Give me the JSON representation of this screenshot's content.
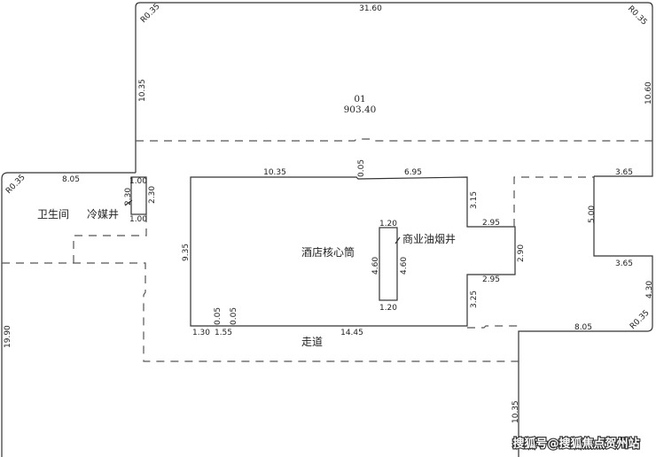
{
  "plan": {
    "unit_id": "01",
    "unit_area": "903.40",
    "rooms": {
      "hotel_core": "酒店核心筒",
      "commercial_flue": "商业油烟井",
      "restroom": "卫生间",
      "refrigerant_shaft": "冷媒井",
      "corridor": "走道"
    },
    "dimensions": {
      "top_width": "31.60",
      "top_left_radius": "R0.35",
      "top_right_radius": "R0.35",
      "left_upper_height": "10.35",
      "right_upper_height": "10.60",
      "left_wing_radius": "R0.35",
      "left_wing_width": "8.05",
      "shaft_top": "1.00",
      "shaft_bottom": "1.00",
      "shaft_left": "2.30",
      "shaft_right": "2.30",
      "core_top_left": "10.35",
      "core_top_gap": "0.05",
      "core_top_right": "6.95",
      "core_left": "9.35",
      "core_right_upper": "3.15",
      "core_notch_top": "2.95",
      "core_notch_depth": "2.90",
      "core_notch_bottom": "2.95",
      "core_right_lower": "3.25",
      "flue_top": "1.20",
      "flue_bottom": "1.20",
      "flue_left": "4.60",
      "flue_right": "4.60",
      "core_bottom_a": "1.30",
      "core_bottom_b": "1.55",
      "core_bottom_gap_a": "0.05",
      "core_bottom_gap_b": "0.05",
      "core_bottom_main": "14.45",
      "right_step_top": "3.65",
      "right_step_height": "5.00",
      "right_step_bottom": "3.65",
      "right_lower_height": "4.30",
      "right_lower_radius": "R0.35",
      "right_lower_width": "8.05",
      "left_lower_height": "19.90",
      "bottom_right_height": "10.35"
    }
  },
  "watermark": "搜狐号@搜狐焦点贺州站"
}
